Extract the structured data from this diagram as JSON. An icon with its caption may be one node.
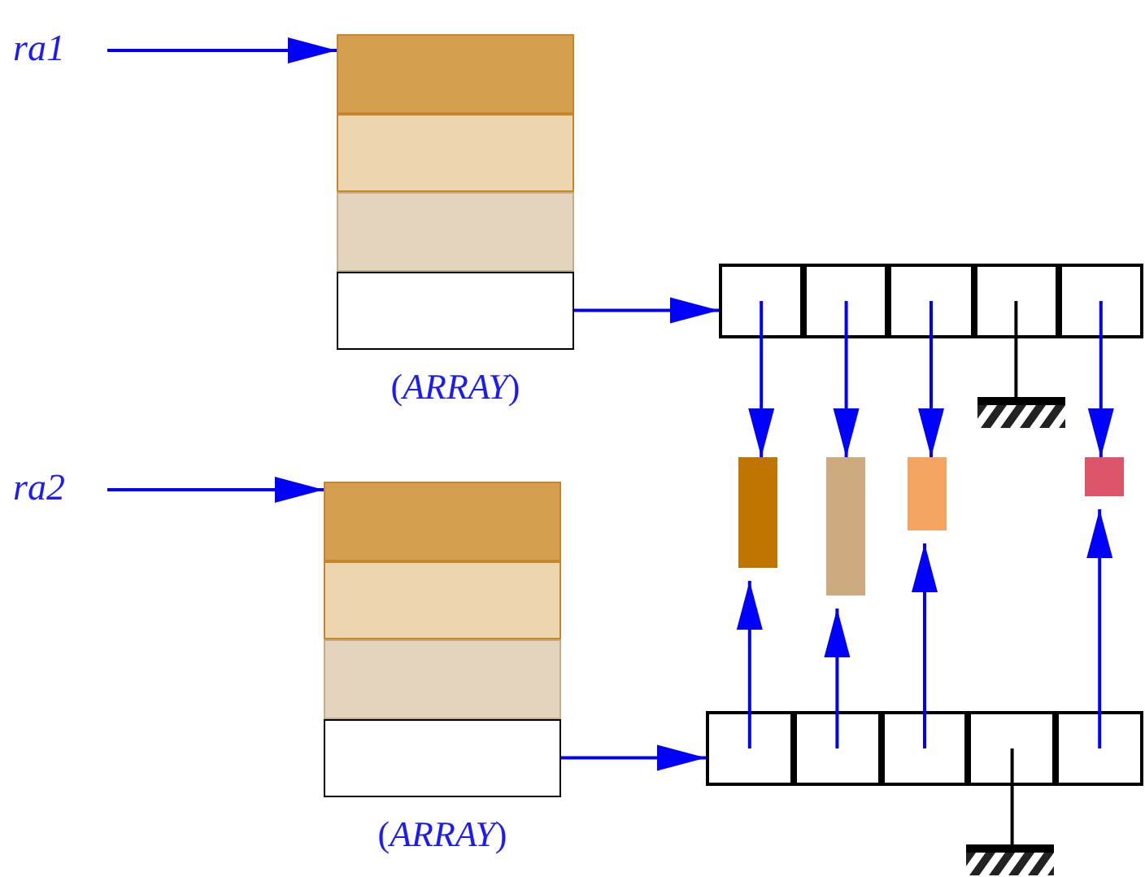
{
  "diagram": {
    "nodes": [
      {
        "text": [
          "ra1"
        ]
      },
      {
        "text": [],
        "shape": "box",
        "beside": [
          "(*ARRAY*)"
        ]
      },
      {
        "text": [],
        "shape": "box",
        "in": 1
      },
      {
        "text": [],
        "shape": "box",
        "in": 1
      },
      {
        "text": [],
        "shape": "box",
        "in": 1
      },
      {
        "text": [],
        "shape": "box",
        "in": 1
      },
      {
        "text": [],
        "shape": "box"
      },
      {
        "text": [],
        "shape": "box",
        "in": 6
      },
      {
        "text": [],
        "shape": "box",
        "in": 6
      },
      {
        "text": [],
        "shape": "box",
        "in": 6
      },
      {
        "text": [],
        "shape": "box",
        "in": 6
      },
      {
        "text": [],
        "shape": "box",
        "in": 6
      },
      {
        "text": [],
        "shape": "ground"
      },
      {
        "text": [],
        "shape": "bar"
      },
      {
        "text": [],
        "shape": "bar"
      },
      {
        "text": [],
        "shape": "bar"
      },
      {
        "text": [],
        "shape": "bar"
      },
      {
        "text": [
          "ra2"
        ]
      },
      {
        "text": [],
        "shape": "box",
        "beside": [
          "(*ARRAY*)"
        ]
      },
      {
        "text": [],
        "shape": "box",
        "in": 18
      },
      {
        "text": [],
        "shape": "box",
        "in": 18
      },
      {
        "text": [],
        "shape": "box",
        "in": 18
      },
      {
        "text": [],
        "shape": "box",
        "in": 18
      },
      {
        "text": [],
        "shape": "box"
      },
      {
        "text": [],
        "shape": "box",
        "in": 23
      },
      {
        "text": [],
        "shape": "box",
        "in": 23
      },
      {
        "text": [],
        "shape": "box",
        "in": 23
      },
      {
        "text": [],
        "shape": "box",
        "in": 23
      },
      {
        "text": [],
        "shape": "box",
        "in": 23
      },
      {
        "text": [],
        "shape": "ground"
      }
    ],
    "edges": [
      {
        "from": 0,
        "to": 1,
        "arrow": "to"
      },
      {
        "from": 5,
        "to": 6,
        "arrow": "to"
      },
      {
        "from": 7,
        "to": 13,
        "arrow": "to"
      },
      {
        "from": 8,
        "to": 14,
        "arrow": "to"
      },
      {
        "from": 9,
        "to": 15,
        "arrow": "to"
      },
      {
        "from": 11,
        "to": 16,
        "arrow": "to"
      },
      {
        "from": 10,
        "to": 12,
        "arrow": "none",
        "color": "#000000"
      },
      {
        "from": 17,
        "to": 18,
        "arrow": "to"
      },
      {
        "from": 22,
        "to": 23,
        "arrow": "to"
      },
      {
        "from": 24,
        "to": 13,
        "arrow": "to"
      },
      {
        "from": 25,
        "to": 14,
        "arrow": "to"
      },
      {
        "from": 26,
        "to": 15,
        "arrow": "to"
      },
      {
        "from": 28,
        "to": 16,
        "arrow": "to"
      },
      {
        "from": 27,
        "to": 29,
        "arrow": "none",
        "color": "#000000"
      }
    ]
  }
}
